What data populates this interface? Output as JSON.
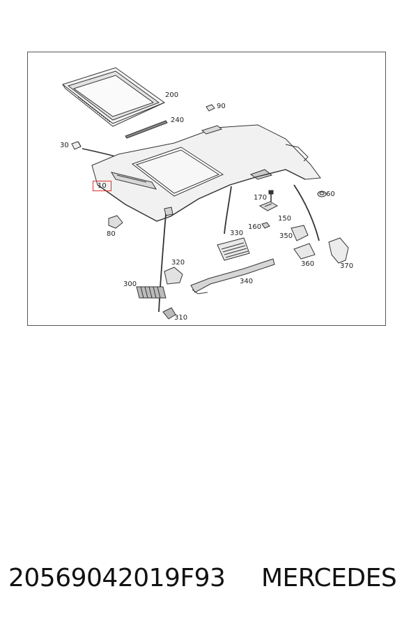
{
  "diagram": {
    "callouts": [
      {
        "id": "200",
        "label": "200"
      },
      {
        "id": "90",
        "label": "90"
      },
      {
        "id": "240",
        "label": "240"
      },
      {
        "id": "30",
        "label": "30"
      },
      {
        "id": "10",
        "label": "10",
        "highlighted": true
      },
      {
        "id": "60",
        "label": "60"
      },
      {
        "id": "170",
        "label": "170"
      },
      {
        "id": "150",
        "label": "150"
      },
      {
        "id": "160",
        "label": "160"
      },
      {
        "id": "80",
        "label": "80"
      },
      {
        "id": "330",
        "label": "330"
      },
      {
        "id": "350",
        "label": "350"
      },
      {
        "id": "360",
        "label": "360"
      },
      {
        "id": "370",
        "label": "370"
      },
      {
        "id": "320",
        "label": "320"
      },
      {
        "id": "300",
        "label": "300"
      },
      {
        "id": "340",
        "label": "340"
      },
      {
        "id": "310",
        "label": "310"
      }
    ],
    "highlight_color": "#e0302a"
  },
  "footer": {
    "part_number": "20569042019F93",
    "brand": "MERCEDES"
  }
}
